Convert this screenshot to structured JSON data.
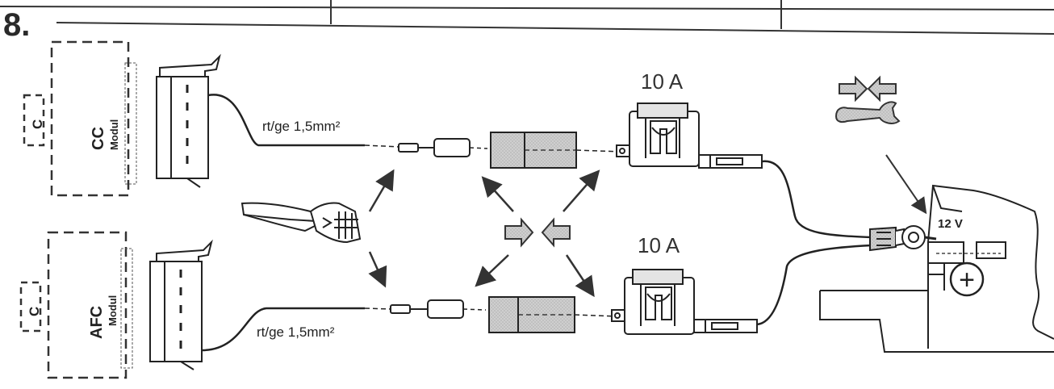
{
  "step": "8.",
  "modules": [
    {
      "name": "CC",
      "sub": "Modul",
      "connector": "C"
    },
    {
      "name": "AFC",
      "sub": "Modul",
      "connector": "C"
    }
  ],
  "wire_label_top": "rt/ge 1,5mm²",
  "wire_label_bottom": "rt/ge 1,5mm²",
  "fuse_top": "10 A",
  "fuse_bottom": "10 A",
  "battery_voltage": "12 V",
  "battery_terminal_symbol": "+",
  "icons": [
    "crimping-pliers-icon",
    "wrench-icon",
    "press-together-arrows-icon"
  ],
  "colors": {
    "line": "#222222",
    "fill_grey": "#c8c8c8",
    "background": "#ffffff"
  }
}
